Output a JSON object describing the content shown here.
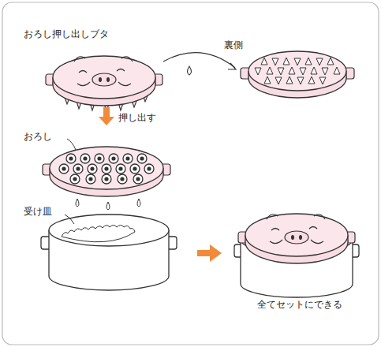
{
  "diagram": {
    "labels": [
      "おろし押し出しブタ",
      "裏側",
      "押し出す",
      "おろし",
      "受け皿",
      "全てセットにできる"
    ]
  }
}
